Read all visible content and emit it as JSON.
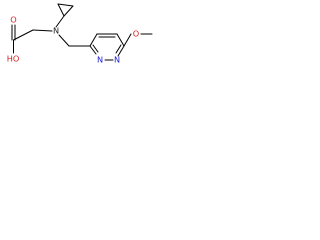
{
  "molecule": {
    "atoms": {
      "n_amine": "N",
      "o_carbonyl": "O",
      "o_hydroxyl": "HO",
      "n_ring_1": "N",
      "n_ring_2": "N",
      "o_methoxy": "O"
    },
    "colors": {
      "bond": "#000000",
      "nitrogen": "#1b1bd8",
      "oxygen": "#d81b1b",
      "nitrogen_amine": "#1b1b1b"
    }
  }
}
